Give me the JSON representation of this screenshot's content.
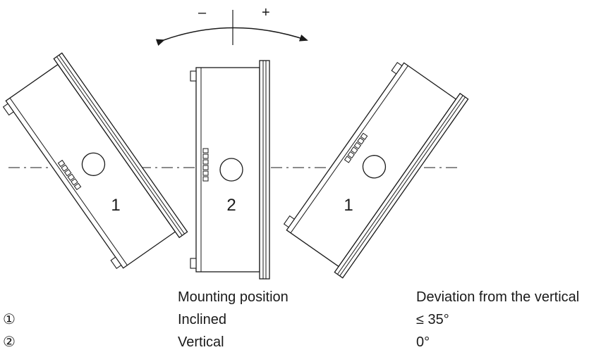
{
  "diagram": {
    "direction_minus": "–",
    "direction_plus": "+",
    "callouts": {
      "left": "1",
      "center": "2",
      "right": "1"
    }
  },
  "legend": {
    "header": {
      "number": "",
      "position": "Mounting position",
      "deviation": "Deviation from the vertical"
    },
    "rows": [
      {
        "number": "①",
        "position": "Inclined",
        "deviation": "≤ 35°"
      },
      {
        "number": "②",
        "position": "Vertical",
        "deviation": "0°"
      }
    ]
  }
}
